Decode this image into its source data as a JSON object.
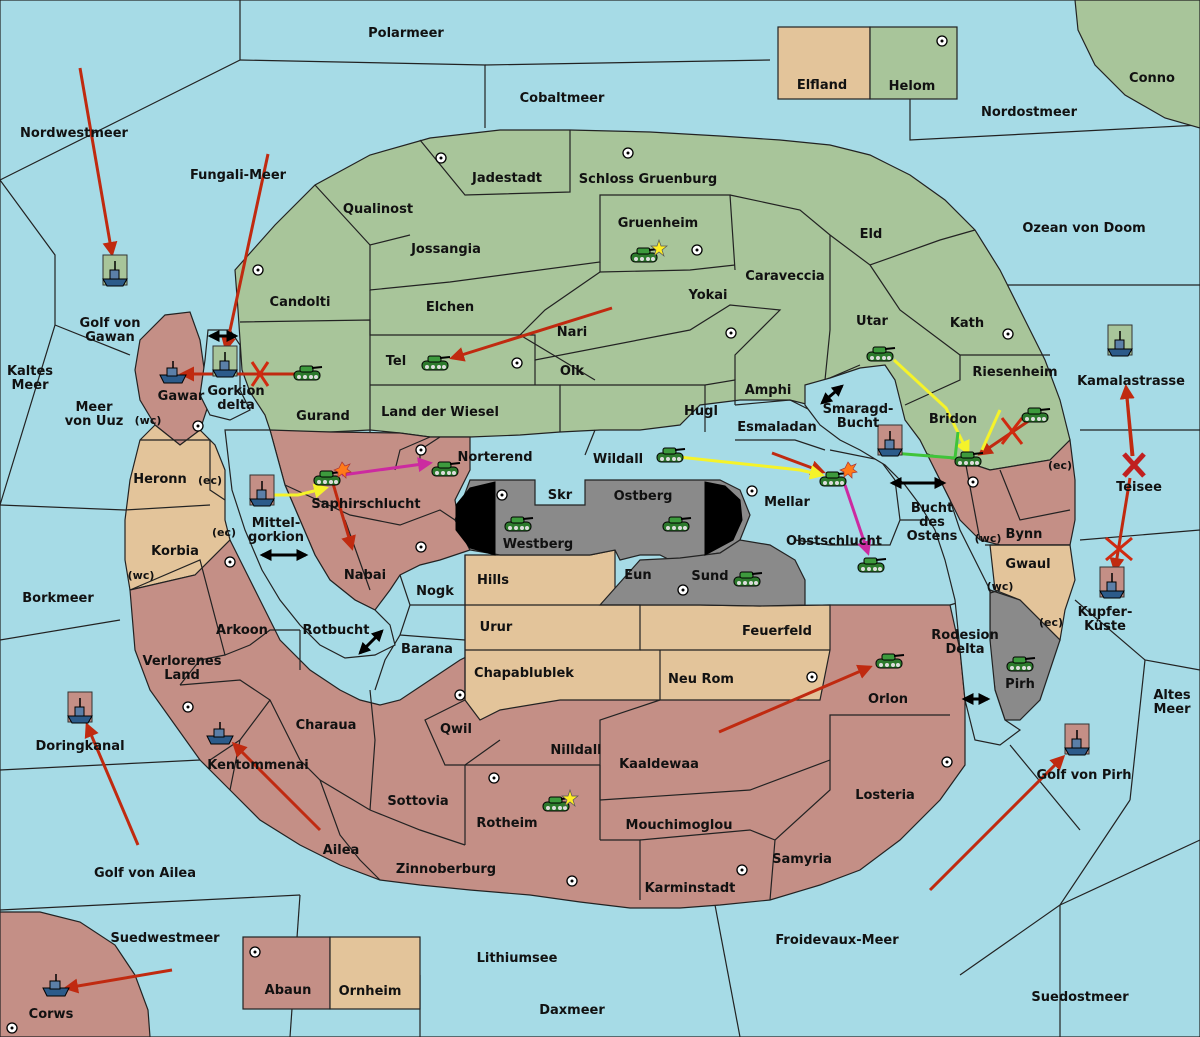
{
  "map": {
    "seas": {
      "polarmeer": "Polarmeer",
      "cobaltmeer": "Cobaltmeer",
      "nordwestmeer": "Nordwestmeer",
      "fungali_meer": "Fungali-Meer",
      "golf_von_gawan": [
        "Golf von",
        "Gawan"
      ],
      "kaltes_meer": [
        "Kaltes",
        "Meer"
      ],
      "meer_von_uuz": [
        "Meer",
        "von Uuz"
      ],
      "borkmeer": "Borkmeer",
      "doringkanal": "Doringkanal",
      "golf_von_ailea": "Golf von Ailea",
      "suedwestmeer": "Suedwestmeer",
      "lithiumsee": "Lithiumsee",
      "daxmeer": "Daxmeer",
      "froidevaux_meer": "Froidevaux-Meer",
      "suedostmeer": "Suedostmeer",
      "golf_von_pirh": "Golf von Pirh",
      "altes_meer": [
        "Altes",
        "Meer"
      ],
      "kupfer_kueste": [
        "Kupfer-",
        "Küste"
      ],
      "teisee": "Teisee",
      "kamalastrasse": "Kamalastrasse",
      "ozean_von_doom": "Ozean von Doom",
      "nordostmeer": "Nordostmeer",
      "bucht_des_ostens": [
        "Bucht",
        "des",
        "Ostens"
      ],
      "smaragd_bucht": [
        "Smaragd-",
        "Bucht"
      ],
      "rotbucht": "Rotbucht",
      "mittel_gorkion": [
        "Mittel-",
        "gorkion"
      ],
      "gorkion_delta": [
        "Gorkion",
        "delta"
      ],
      "rodesion_delta": [
        "Rodesion",
        "Delta"
      ]
    },
    "lands": {
      "conno": "Conno",
      "elfland": "Elfland",
      "helom": "Helom",
      "jadestadt": "Jadestadt",
      "schloss_gruenburg": "Schloss Gruenburg",
      "qualinost": "Qualinost",
      "jossangia": "Jossangia",
      "gruenheim": "Gruenheim",
      "eld": "Eld",
      "caraveccia": "Caraveccia",
      "candolti": "Candolti",
      "elchen": "Elchen",
      "yokai": "Yokai",
      "nari": "Nari",
      "utar": "Utar",
      "kath": "Kath",
      "tel": "Tel",
      "olk": "Olk",
      "riesenheim": "Riesenheim",
      "amphi": "Amphi",
      "gawar": "Gawar",
      "gurand": "Gurand",
      "land_der_wiesel": "Land der Wiesel",
      "hugl": "Hugl",
      "esmaladan": "Esmaladan",
      "bridon": "Bridon",
      "heronn": "Heronn",
      "norterend": "Norterend",
      "wildall": "Wildall",
      "skr": "Skr",
      "ostberg": "Ostberg",
      "saphirschlucht": "Saphirschlucht",
      "westberg": "Westberg",
      "mellar": "Mellar",
      "korbia": "Korbia",
      "nabai": "Nabai",
      "obstschlucht": "Obstschlucht",
      "bynn": "Bynn",
      "eun": "Eun",
      "sund": "Sund",
      "gwaul": "Gwaul",
      "hills": "Hills",
      "nogk": "Nogk",
      "arkoon": "Arkoon",
      "urur": "Urur",
      "feuerfeld": "Feuerfeld",
      "barana": "Barana",
      "verlorenes_land": [
        "Verlorenes",
        "Land"
      ],
      "chapablublek": "Chapablublek",
      "neu_rom": "Neu Rom",
      "pirh": "Pirh",
      "orlon": "Orlon",
      "charaua": "Charaua",
      "qwil": "Qwil",
      "nilldall": "Nilldall",
      "kaaldewaa": "Kaaldewaa",
      "kentommenai": "Kentommenai",
      "losteria": "Losteria",
      "sottovia": "Sottovia",
      "rotheim": "Rotheim",
      "mouchimoglou": "Mouchimoglou",
      "ailea": "Ailea",
      "samyria": "Samyria",
      "zinnoberburg": "Zinnoberburg",
      "karminstadt": "Karminstadt",
      "abaun": "Abaun",
      "ornheim": "Ornheim",
      "corws": "Corws"
    },
    "coasts": {
      "wc": "(wc)",
      "ec": "(ec)"
    },
    "colors": {
      "sea": "#a6dbe6",
      "green_power": "#a8c59a",
      "red_power": "#c48f86",
      "neutral": "#e3c49a",
      "impassable": "#8a8a8a",
      "move_order": "#c02a10",
      "support_order": "#f5f32a",
      "retreat_order": "#cc2aa0",
      "convoy_order": "#3fc43a"
    },
    "icons": {
      "army": "tank-icon",
      "fleet": "ship-icon",
      "supply_center": "supply-center-icon",
      "build_star": "star-icon",
      "dislodged": "explosion-icon",
      "failed_order": "cross-icon"
    }
  }
}
